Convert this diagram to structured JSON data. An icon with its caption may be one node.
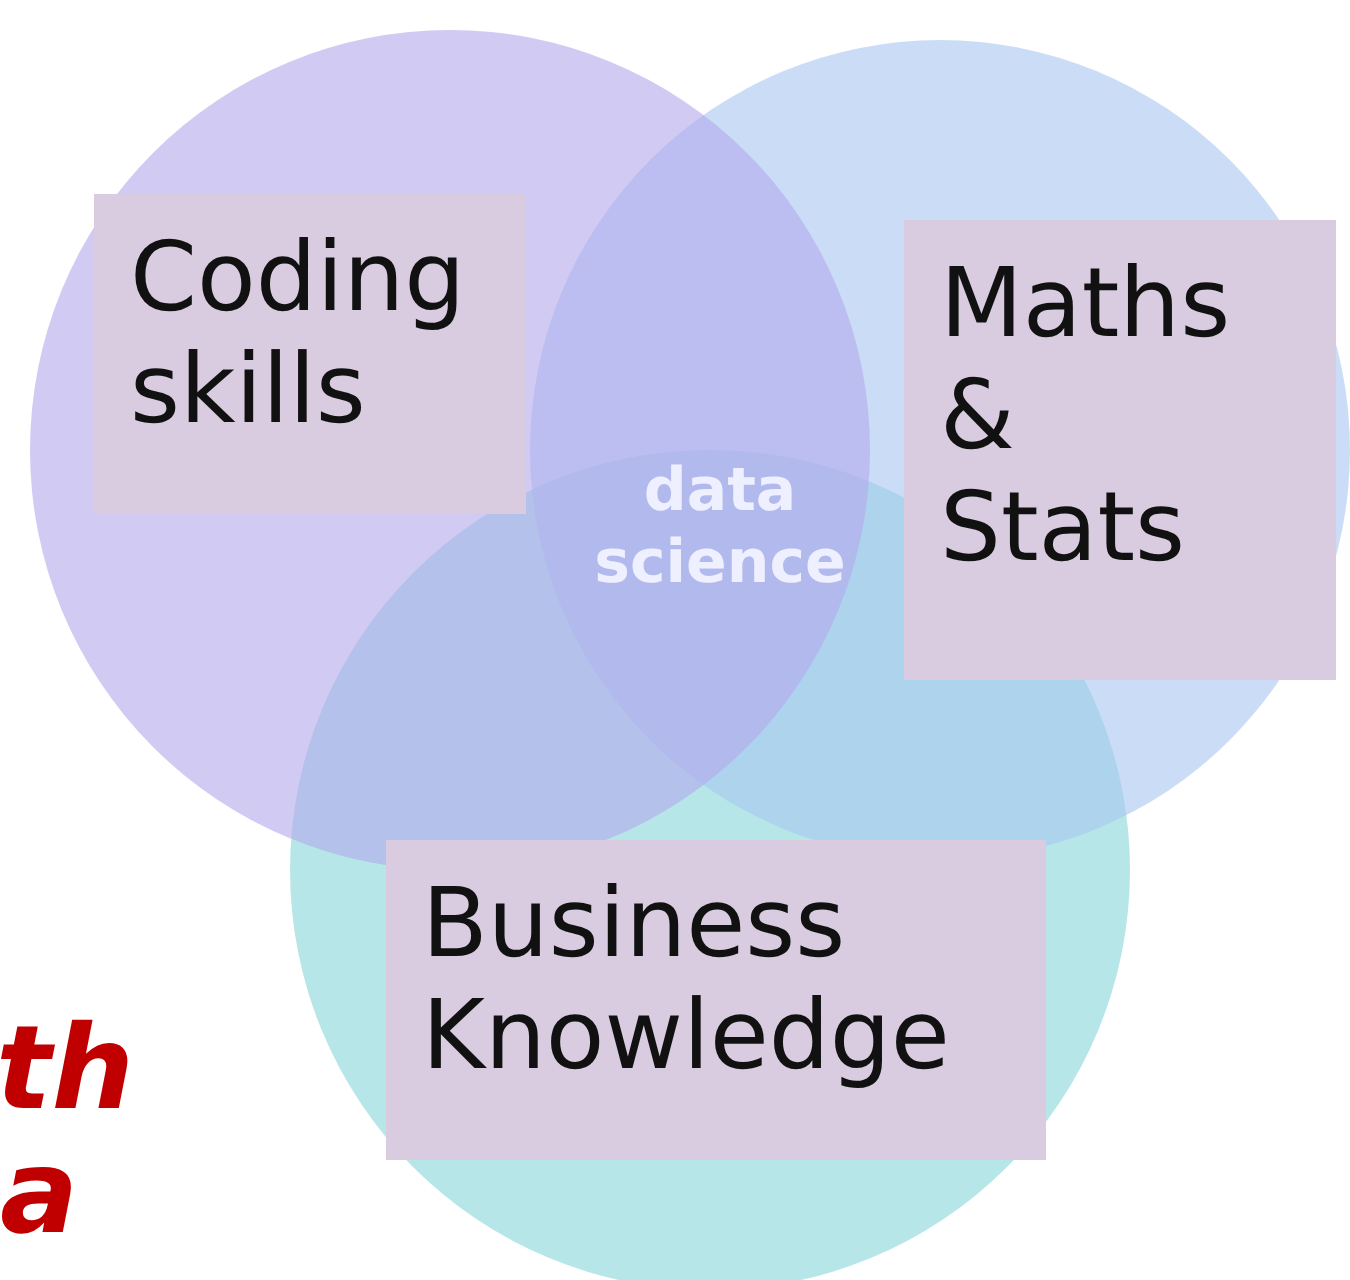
{
  "diagram": {
    "nodes": [
      {
        "text": [
          "Coding skills"
        ]
      },
      {
        "text": [
          "Maths & Stats"
        ]
      },
      {
        "text": [
          "Business Knowledge"
        ]
      }
    ],
    "labels": [
      "data science",
      "th",
      "a"
    ]
  }
}
